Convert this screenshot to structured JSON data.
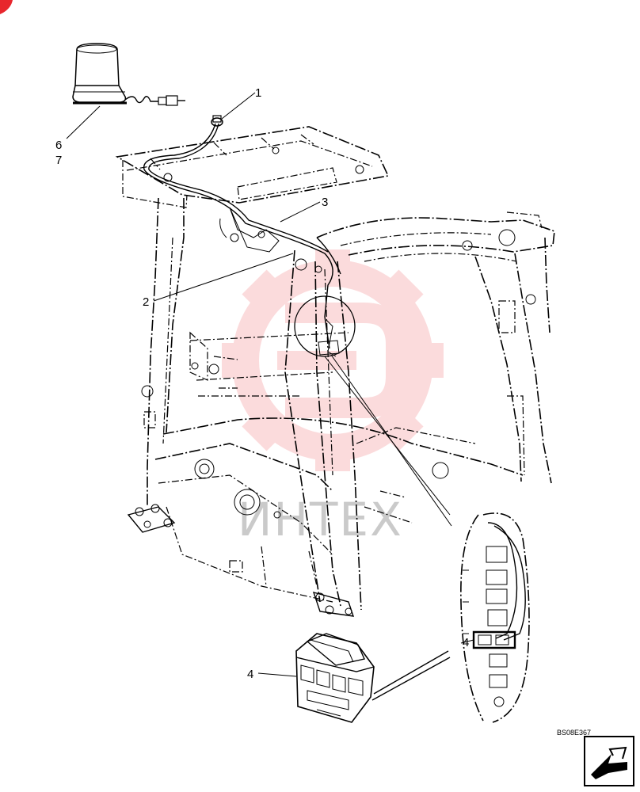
{
  "diagram": {
    "callouts": [
      {
        "id": "c1",
        "label": "1"
      },
      {
        "id": "c2",
        "label": "2"
      },
      {
        "id": "c3",
        "label": "3"
      },
      {
        "id": "c4a",
        "label": "4"
      },
      {
        "id": "c4b",
        "label": "4"
      },
      {
        "id": "c6",
        "label": "6"
      },
      {
        "id": "c7",
        "label": "7"
      }
    ],
    "drawing_code": "BS08E367",
    "watermark_text": "ИНТЕХ",
    "colors": {
      "line": "#000000",
      "watermark": "#e8262d",
      "background": "#ffffff"
    },
    "icons": {
      "nav": "direction-arrow-icon",
      "corner": "corner-badge-icon"
    }
  }
}
